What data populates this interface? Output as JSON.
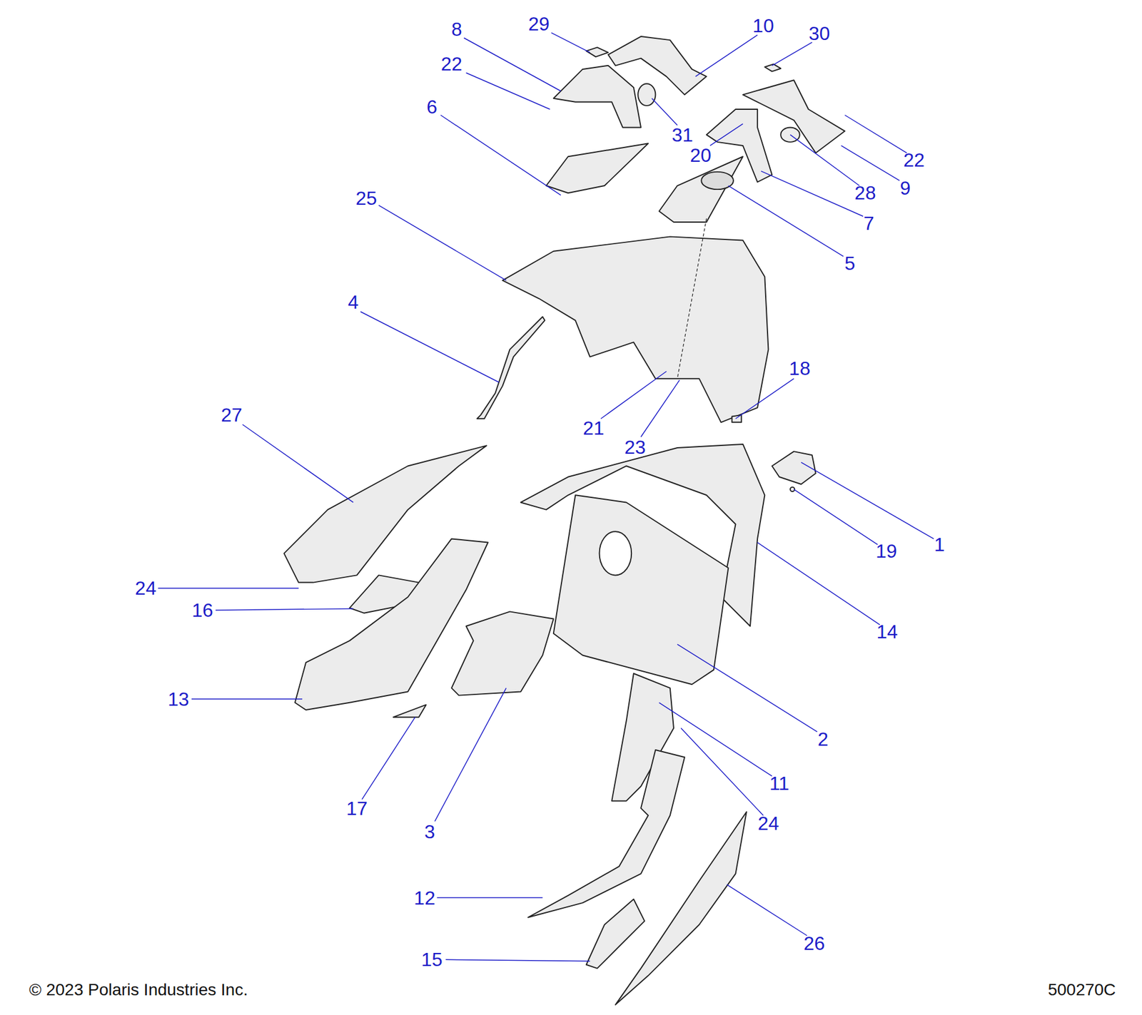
{
  "diagram": {
    "labels": [
      "8",
      "29",
      "10",
      "30",
      "22",
      "6",
      "31",
      "20",
      "22",
      "28",
      "9",
      "7",
      "25",
      "5",
      "4",
      "18",
      "21",
      "23",
      "27",
      "1",
      "19",
      "14",
      "24",
      "16",
      "13",
      "2",
      "11",
      "24",
      "17",
      "3",
      "12",
      "26",
      "15",
      "© 2023 Polaris Industries Inc.",
      "500270C"
    ]
  }
}
